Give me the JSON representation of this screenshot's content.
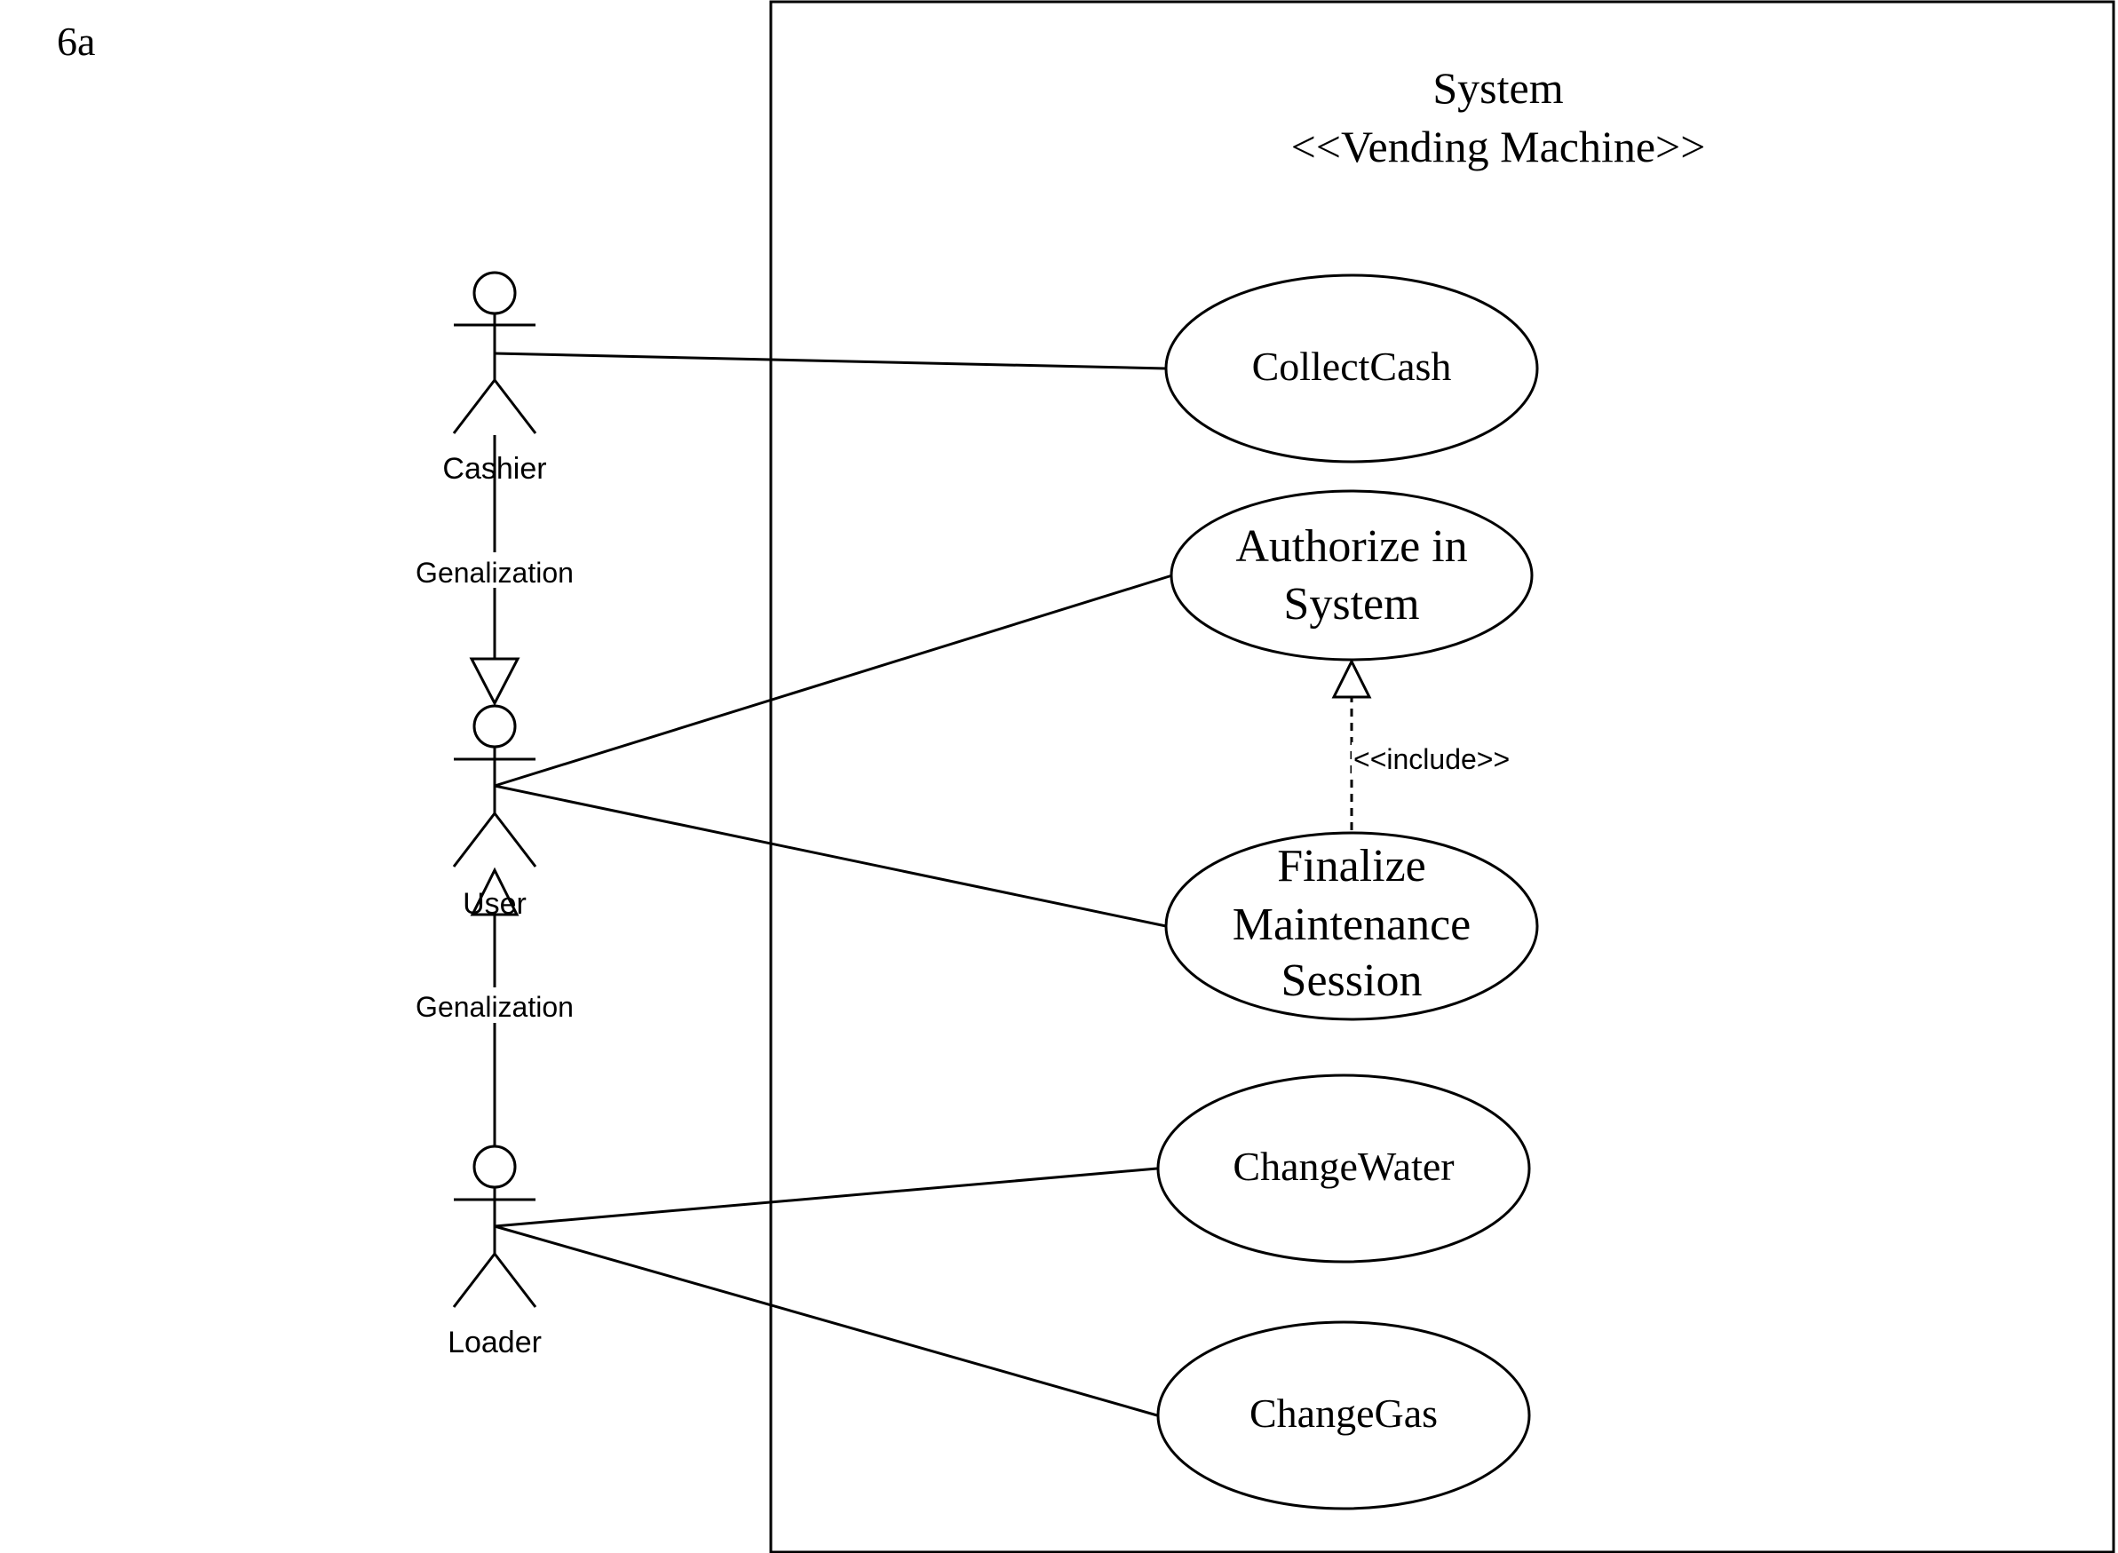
{
  "page_label": "6a",
  "system": {
    "title": "System",
    "stereotype": "<<Vending Machine>>"
  },
  "actors": {
    "cashier": "Cashier",
    "user": "User",
    "loader": "Loader"
  },
  "use_cases": {
    "collect_cash": [
      "CollectCash"
    ],
    "authorize": [
      "Authorize in",
      "System"
    ],
    "finalize": [
      "Finalize",
      "Maintenance",
      "Session"
    ],
    "change_water": [
      "ChangeWater"
    ],
    "change_gas": [
      "ChangeGas"
    ]
  },
  "relations": {
    "cashier_generalization": "Genalization",
    "loader_generalization": "Genalization",
    "include": "<<include>>"
  }
}
